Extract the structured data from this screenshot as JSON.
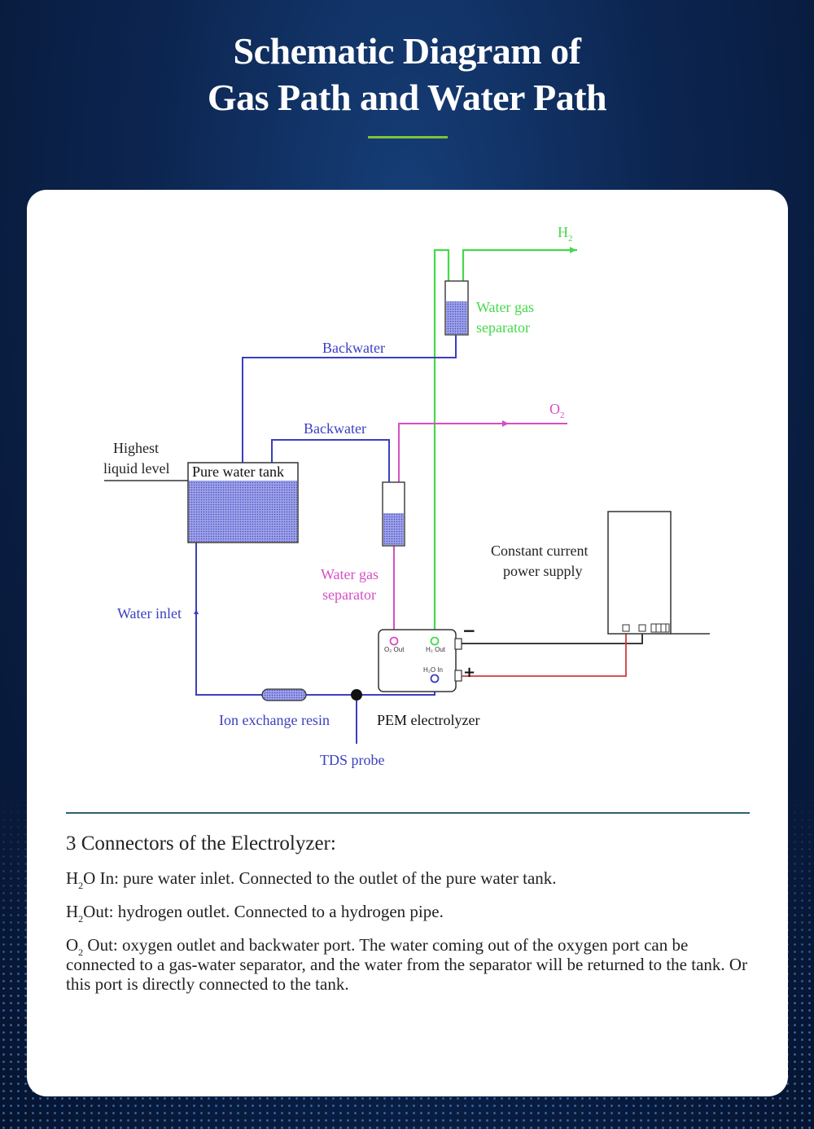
{
  "title": {
    "line1": "Schematic Diagram of",
    "line2": "Gas Path and Water Path"
  },
  "diagram": {
    "labels": {
      "h2": "H",
      "h2_sub": "2",
      "o2": "O",
      "o2_sub": "2",
      "water_gas_separator_h2_1": "Water gas",
      "water_gas_separator_h2_2": "separator",
      "backwater_top": "Backwater",
      "backwater_mid": "Backwater",
      "highest_level_1": "Highest",
      "highest_level_2": "liquid level",
      "pure_water_tank": "Pure water tank",
      "water_gas_separator_o2_1": "Water gas",
      "water_gas_separator_o2_2": "separator",
      "power_supply_1": "Constant current",
      "power_supply_2": "power supply",
      "water_inlet": "Water inlet",
      "o2_out_port": "O₂ Out",
      "h2_out_port": "H₂ Out",
      "h2o_in_port": "H₂O In",
      "ion_exchange_resin": "Ion exchange resin",
      "pem_electrolyzer": "PEM electrolyzer",
      "tds_probe": "TDS probe",
      "minus": "−",
      "plus": "+"
    },
    "colors": {
      "hydrogen": "#45d94a",
      "oxygen": "#d54fc4",
      "water": "#3b3fc0",
      "positive": "#d23a3a",
      "negative": "#222222"
    }
  },
  "notes": {
    "heading": "3 Connectors of the Electrolyzer:",
    "items": [
      {
        "term": "H",
        "sub": "2",
        "rest": "O In: pure water inlet. Connected to the outlet of the pure water tank."
      },
      {
        "term": "H",
        "sub": "2",
        "rest": "Out: hydrogen outlet. Connected to a hydrogen pipe."
      },
      {
        "term": "O",
        "sub": "2",
        "rest": " Out: oxygen outlet and backwater port. The water coming out of the oxygen port can be connected to a gas-water separator, and the water from the separator will be returned to the tank. Or this port is directly connected to the tank."
      }
    ]
  }
}
